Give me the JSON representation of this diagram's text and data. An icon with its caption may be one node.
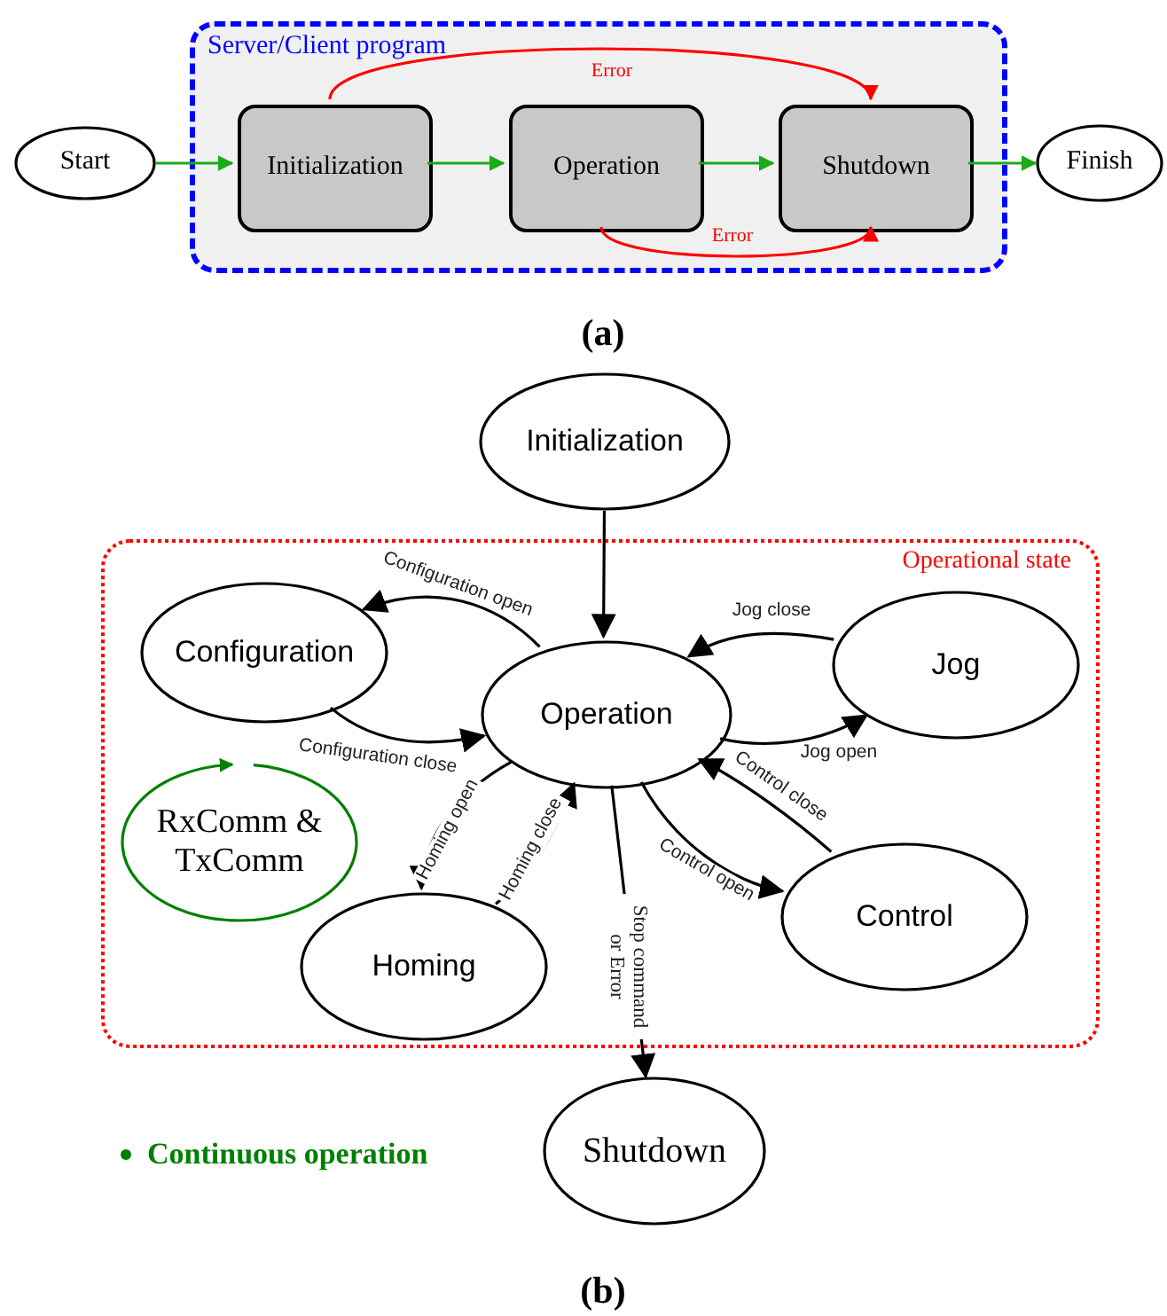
{
  "diagram": {
    "nodes": [
      {
        "text": [
          "Server/Client program"
        ]
      },
      {
        "text": [
          "Start"
        ]
      },
      {
        "text": [
          "Initialization"
        ],
        "in": 0
      },
      {
        "text": [
          "Operation"
        ],
        "in": 0
      },
      {
        "text": [
          "Shutdown"
        ],
        "in": 0
      },
      {
        "text": [
          "Finish"
        ]
      },
      {
        "text": [
          "Initialization"
        ]
      },
      {
        "text": [
          "Operational state"
        ]
      },
      {
        "text": [
          "Configuration"
        ],
        "in": 7
      },
      {
        "text": [
          "Operation"
        ],
        "in": 7
      },
      {
        "text": [
          "Jog"
        ],
        "in": 7
      },
      {
        "text": [
          "RxComm & TxComm"
        ],
        "in": 7
      },
      {
        "text": [
          "Homing"
        ],
        "in": 7
      },
      {
        "text": [
          "Control"
        ],
        "in": 7
      },
      {
        "text": [
          "Shutdown"
        ]
      }
    ],
    "edges": [
      {
        "from": 1,
        "to": 2,
        "arrow": "to",
        "color": "#1aaa1a"
      },
      {
        "from": 2,
        "to": 3,
        "arrow": "to",
        "color": "#1aaa1a"
      },
      {
        "from": 3,
        "to": 4,
        "arrow": "to",
        "color": "#1aaa1a"
      },
      {
        "from": 4,
        "to": 5,
        "arrow": "to",
        "color": "#1aaa1a"
      },
      {
        "from": 2,
        "to": 4,
        "arrow": "to",
        "label": "Error",
        "color": "#ff0000"
      },
      {
        "from": 3,
        "to": 4,
        "arrow": "to",
        "label": "Error",
        "color": "#ff0000"
      },
      {
        "from": 6,
        "to": 9,
        "arrow": "to"
      },
      {
        "from": 9,
        "to": 8,
        "arrow": "to",
        "label": "Configuration open"
      },
      {
        "from": 8,
        "to": 9,
        "arrow": "to",
        "label": "Configuration close"
      },
      {
        "from": 10,
        "to": 9,
        "arrow": "to",
        "label": "Jog close"
      },
      {
        "from": 9,
        "to": 10,
        "arrow": "to",
        "label": "Jog open"
      },
      {
        "from": 13,
        "to": 9,
        "arrow": "to",
        "label": "Control close"
      },
      {
        "from": 9,
        "to": 13,
        "arrow": "to",
        "label": "Control open"
      },
      {
        "from": 9,
        "to": 12,
        "arrow": "to",
        "label": "Homing open"
      },
      {
        "from": 12,
        "to": 9,
        "arrow": "to",
        "label": "Homing close"
      },
      {
        "from": 9,
        "to": 14,
        "arrow": "to",
        "label": "Stop command or Error"
      }
    ],
    "labels": [
      "(a)",
      "(b)"
    ],
    "legend": [
      {
        "text": "Continuous operation",
        "color": "#008000"
      }
    ]
  }
}
